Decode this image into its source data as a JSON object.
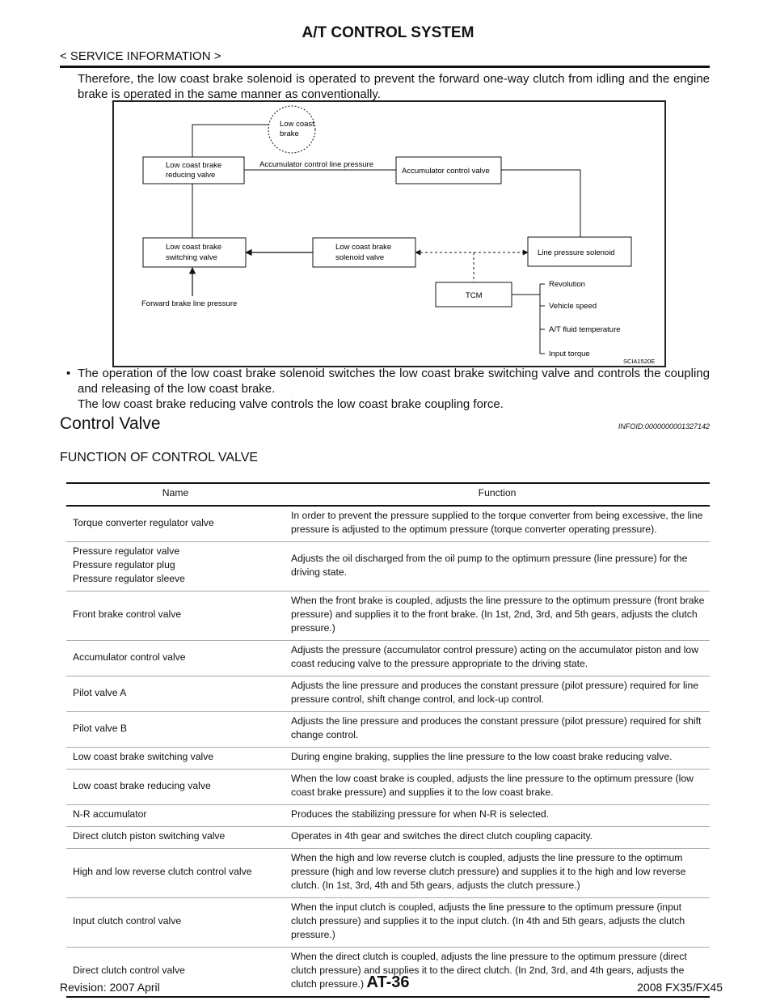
{
  "header": {
    "title": "A/T CONTROL SYSTEM",
    "subtitle": "< SERVICE INFORMATION >"
  },
  "intro_paragraph": "Therefore, the low coast brake solenoid is operated to prevent the forward one-way clutch from idling and the engine brake is operated in the same manner as conventionally.",
  "diagram": {
    "nodes": {
      "low_coast_brake": [
        "Low coast",
        "brake"
      ],
      "reducing_valve": [
        "Low coast brake",
        "reducing valve"
      ],
      "accumulator_control_valve": "Accumulator control valve",
      "switching_valve": [
        "Low coast brake",
        "switching valve"
      ],
      "solenoid_valve": [
        "Low coast brake",
        "solenoid valve"
      ],
      "line_pressure_solenoid": "Line pressure solenoid",
      "tcm": "TCM"
    },
    "labels": {
      "accumulator_line": "Accumulator control line pressure",
      "forward_brake_line": "Forward brake line pressure",
      "figure_code": "SCIA1520E"
    },
    "inputs": [
      "Revolution",
      "Vehicle speed",
      "A/T fluid temperature",
      "Input torque"
    ]
  },
  "bullet": {
    "line1": "The operation of the low coast brake solenoid switches the low coast brake switching valve and controls the coupling and releasing of the low coast brake.",
    "line2": "The low coast brake reducing valve controls the low coast brake coupling force."
  },
  "section": {
    "title": "Control Valve",
    "info_id": "INFOID:0000000001327142",
    "subheading": "FUNCTION OF CONTROL VALVE"
  },
  "table": {
    "headers": {
      "name": "Name",
      "function": "Function"
    },
    "rows": [
      {
        "name": "Torque converter regulator valve",
        "function": "In order to prevent the pressure supplied to the torque converter from being excessive, the line pressure is adjusted to the optimum pressure (torque converter operating pressure)."
      },
      {
        "name": "Pressure regulator valve\nPressure regulator plug\nPressure regulator sleeve",
        "function": "Adjusts the oil discharged from the oil pump to the optimum pressure (line pressure) for the driving state."
      },
      {
        "name": "Front brake control valve",
        "function": "When the front brake is coupled, adjusts the line pressure to the optimum pressure (front brake pressure) and supplies it to the front brake. (In 1st, 2nd, 3rd, and 5th gears, adjusts the clutch pressure.)"
      },
      {
        "name": "Accumulator control valve",
        "function": "Adjusts the pressure (accumulator control pressure) acting on the accumulator piston and low coast reducing valve to the pressure appropriate to the driving state."
      },
      {
        "name": "Pilot valve A",
        "function": "Adjusts the line pressure and produces the constant pressure (pilot pressure) required for line pressure control, shift change control, and lock-up control."
      },
      {
        "name": "Pilot valve B",
        "function": "Adjusts the line pressure and produces the constant pressure (pilot pressure) required for shift change control."
      },
      {
        "name": "Low coast brake switching valve",
        "function": "During engine braking, supplies the line pressure to the low coast brake reducing valve."
      },
      {
        "name": "Low coast brake reducing valve",
        "function": "When the low coast brake is coupled, adjusts the line pressure to the optimum pressure (low coast brake pressure) and supplies it to the low coast brake."
      },
      {
        "name": "N-R accumulator",
        "function": "Produces the stabilizing pressure for when N-R is selected."
      },
      {
        "name": "Direct clutch piston switching valve",
        "function": "Operates in 4th gear and switches the direct clutch coupling capacity."
      },
      {
        "name": "High and low reverse clutch control valve",
        "function": "When the high and low reverse clutch is coupled, adjusts the line pressure to the optimum pressure (high and low reverse clutch pressure) and supplies it to the high and low reverse clutch. (In 1st, 3rd, 4th and 5th gears, adjusts the clutch pressure.)"
      },
      {
        "name": "Input clutch control valve",
        "function": "When the input clutch is coupled, adjusts the line pressure to the optimum pressure (input clutch pressure) and supplies it to the input clutch. (In 4th and 5th gears, adjusts the clutch pressure.)"
      },
      {
        "name": "Direct clutch control valve",
        "function": "When the direct clutch is coupled, adjusts the line pressure to the optimum pressure (direct clutch pressure) and supplies it to the direct clutch. (In 2nd, 3rd, and 4th gears, adjusts the clutch pressure.)"
      }
    ]
  },
  "footer": {
    "revision": "Revision: 2007 April",
    "page": "AT-36",
    "model": "2008 FX35/FX45"
  }
}
